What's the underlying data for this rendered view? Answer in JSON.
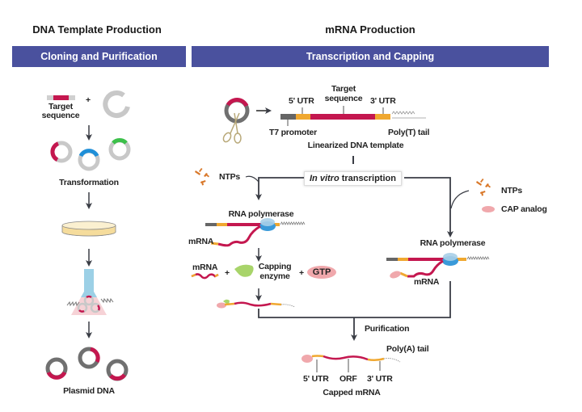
{
  "left_section": {
    "title": "DNA Template Production",
    "banner": "Cloning and Purification",
    "target_sequence_label": "Target\nsequence",
    "plus": "+",
    "transformation_label": "Transformation",
    "plasmid_label": "Plasmid DNA"
  },
  "right_section": {
    "title": "mRNA Production",
    "banner": "Transcription and Capping",
    "template": {
      "utr5_label": "5' UTR",
      "target_label": "Target\nsequence",
      "utr3_label": "3' UTR",
      "t7_label": "T7 promoter",
      "polyt_label": "Poly(T) tail",
      "linearized_label": "Linearized DNA template"
    },
    "ivt": {
      "italic": "In vitro",
      "rest": " transcription"
    },
    "left_branch": {
      "ntps": "NTPs",
      "polymerase": "RNA polymerase",
      "mrna": "mRNA",
      "mrna2": "mRNA",
      "plus1": "+",
      "capping": "Capping\nenzyme",
      "plus2": "+",
      "gtp": "GTP"
    },
    "right_branch": {
      "ntps": "NTPs",
      "cap_analog": "CAP analog",
      "polymerase": "RNA polymerase",
      "mrna": "mRNA"
    },
    "purification": "Purification",
    "final": {
      "polya": "Poly(A) tail",
      "utr5": "5' UTR",
      "orf": "ORF",
      "utr3": "3' UTR",
      "capped": "Capped mRNA"
    }
  },
  "colors": {
    "banner": "#4a519e",
    "target": "#c4174f",
    "utr": "#f0a830",
    "promoter": "#666666",
    "backbone": "#c8c8c8",
    "plasmid_dark": "#707070",
    "polymerase_blue": "#3a9ad9",
    "capping_green": "#a8d46a",
    "cap_pink": "#f0a8ac",
    "ntp_orange": "#d9782a",
    "arrow": "#3a3d45"
  }
}
